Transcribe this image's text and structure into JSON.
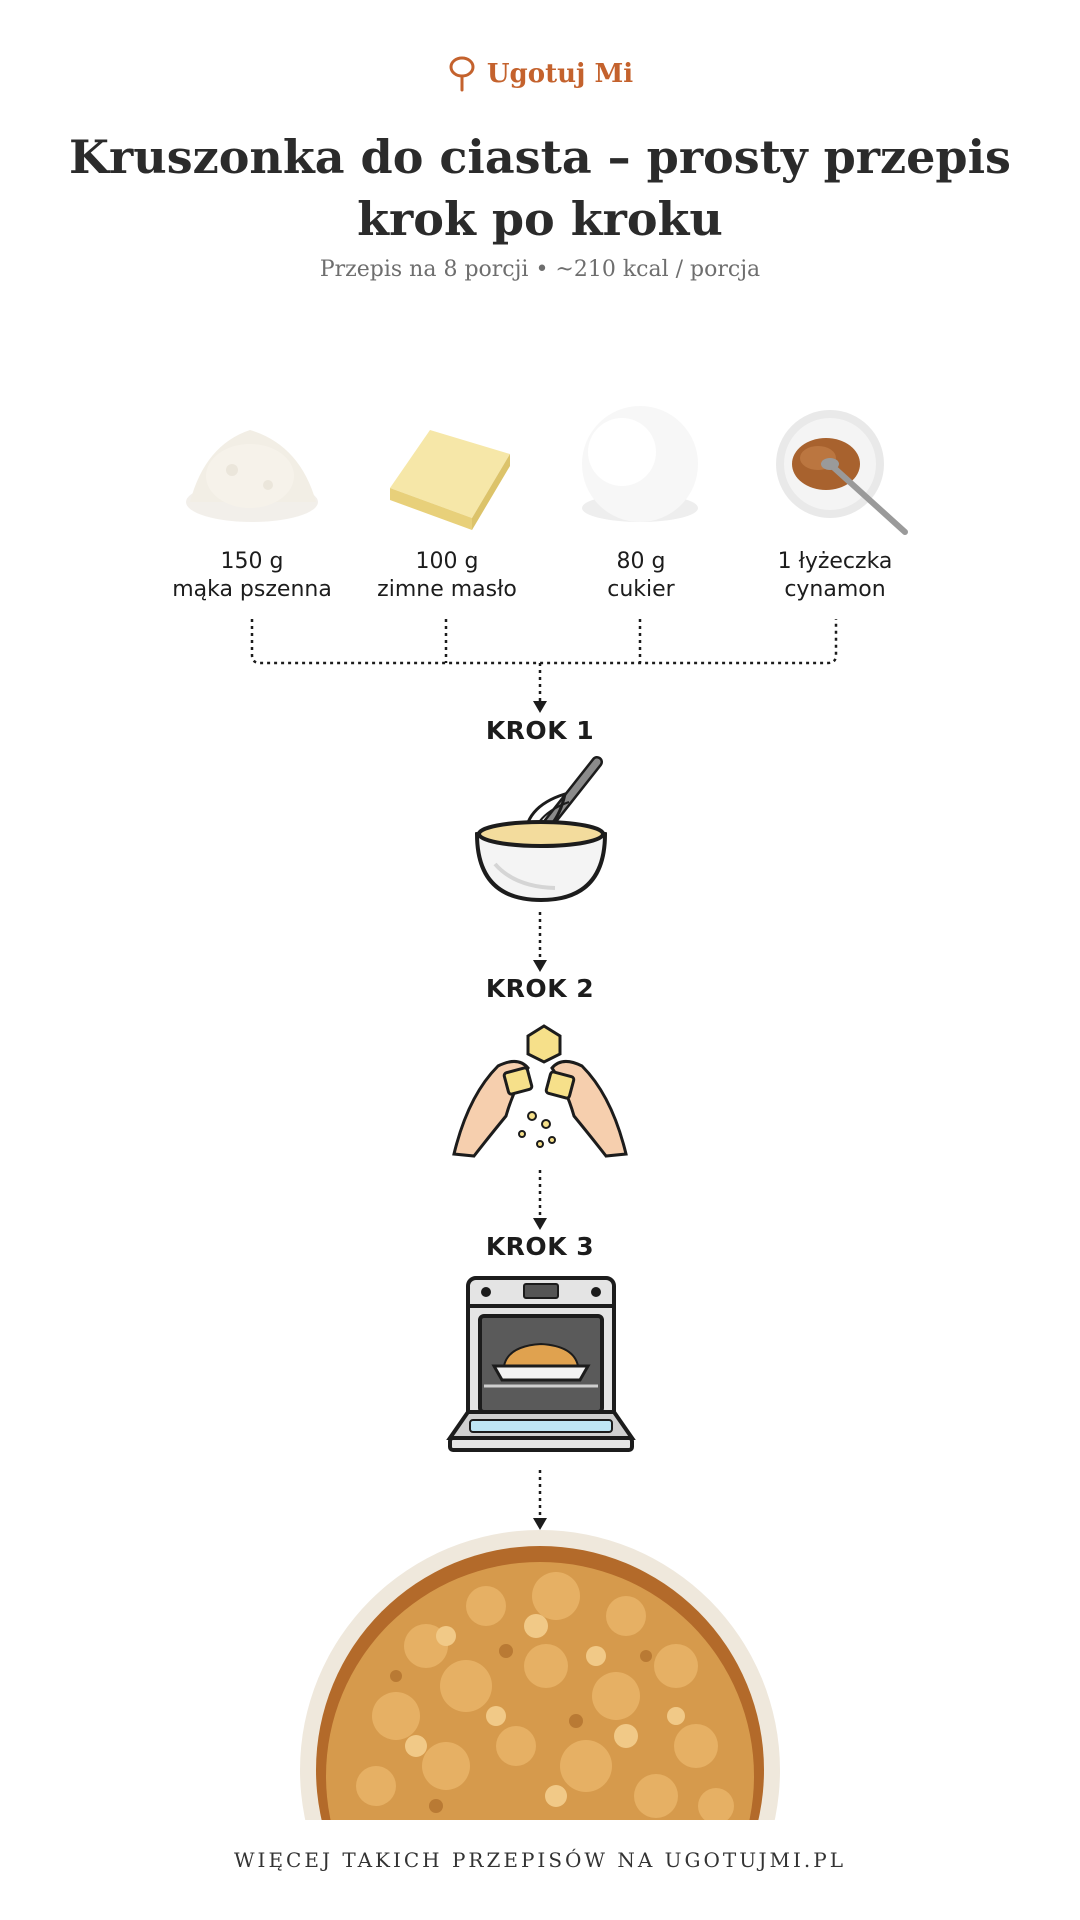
{
  "brand": {
    "name": "Ugotuj Mi",
    "logo_icon": "spoon-logo-icon",
    "accent": "#c4622d"
  },
  "title": "Kruszonka do ciasta – prosty przepis krok po kroku",
  "subtitle": "Przepis na 8 porcji • ~210 kcal / porcja",
  "ingredients": [
    {
      "amount": "150 g",
      "name": "mąka pszenna",
      "icon": "flour-pile-icon"
    },
    {
      "amount": "100 g",
      "name": "zimne masło",
      "icon": "butter-block-icon"
    },
    {
      "amount": "80 g",
      "name": "cukier",
      "icon": "sugar-pile-icon"
    },
    {
      "amount": "1 łyżeczka",
      "name": "cynamon",
      "icon": "cinnamon-bowl-icon"
    }
  ],
  "steps": [
    {
      "label": "KROK 1",
      "icon": "whisk-bowl-icon"
    },
    {
      "label": "KROK 2",
      "icon": "hands-crumbling-butter-icon"
    },
    {
      "label": "KROK 3",
      "icon": "oven-icon"
    }
  ],
  "result_icon": "crumble-dish-icon",
  "footer": "WIĘCEJ TAKICH PRZEPISÓW NA UGOTUJMI.PL"
}
